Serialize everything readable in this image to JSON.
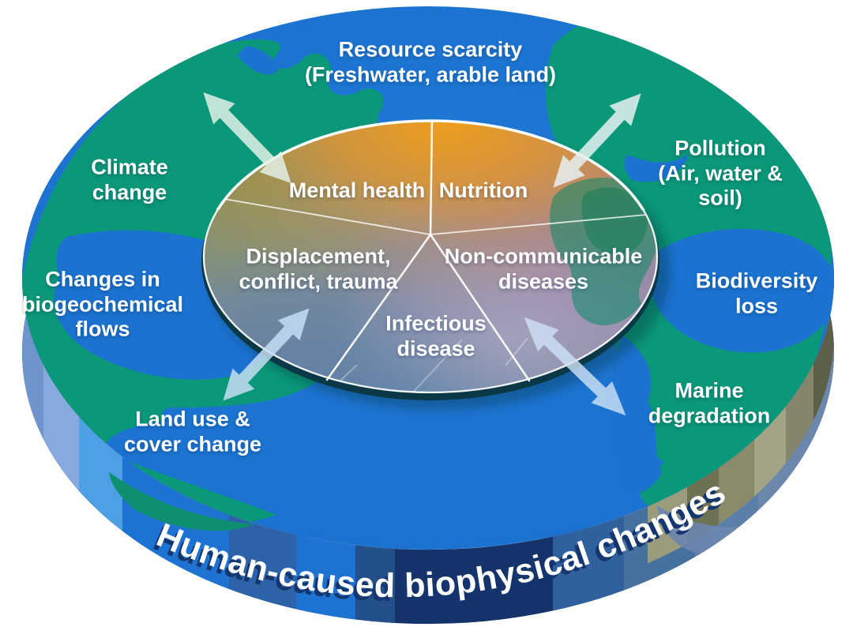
{
  "title": {
    "text": "Human-caused biophysical changes"
  },
  "outer_ring": {
    "resource_scarcity": {
      "line1": "Resource scarcity",
      "line2": "(Freshwater, arable land)"
    },
    "climate_change": {
      "line1": "Climate",
      "line2": "change"
    },
    "biogeochemical_flows": {
      "line1": "Changes in",
      "line2": "biogeochemical",
      "line3": "flows"
    },
    "land_use": {
      "line1": "Land use &",
      "line2": "cover change"
    },
    "pollution": {
      "line1": "Pollution",
      "line2": "(Air, water &",
      "line3": "soil)"
    },
    "biodiversity_loss": {
      "line1": "Biodiversity",
      "line2": "loss"
    },
    "marine_degradation": {
      "line1": "Marine",
      "line2": "degradation"
    }
  },
  "inner_wheel": {
    "mental_health": {
      "line1": "Mental health"
    },
    "nutrition": {
      "line1": "Nutrition"
    },
    "non_communicable": {
      "line1": "Non-communicable",
      "line2": "diseases"
    },
    "infectious": {
      "line1": "Infectious",
      "line2": "disease"
    },
    "displacement": {
      "line1": "Displacement,",
      "line2": "conflict, trauma"
    }
  },
  "arrows": [
    "double-arrow-climate-exchange",
    "double-arrow-pollution-exchange",
    "double-arrow-landuse-exchange",
    "double-arrow-marine-exchange"
  ],
  "palette": {
    "ocean": "#1B72CF",
    "land_green": "#0A9878",
    "edge_navy": "#14336B",
    "edge_blue_bright": "#1E73D2",
    "edge_periwinkle": "#86AADD",
    "edge_olive": "#8A8B6A",
    "glass_orange": "#EE9E1A",
    "glass_olive": "#8C8F46",
    "glass_mauve": "#9A84AC",
    "glass_steel": "#5A7EA8",
    "rim_dark_teal": "#0B3846",
    "text_white": "#FFFFFF",
    "title_shadow": "#14356D"
  }
}
